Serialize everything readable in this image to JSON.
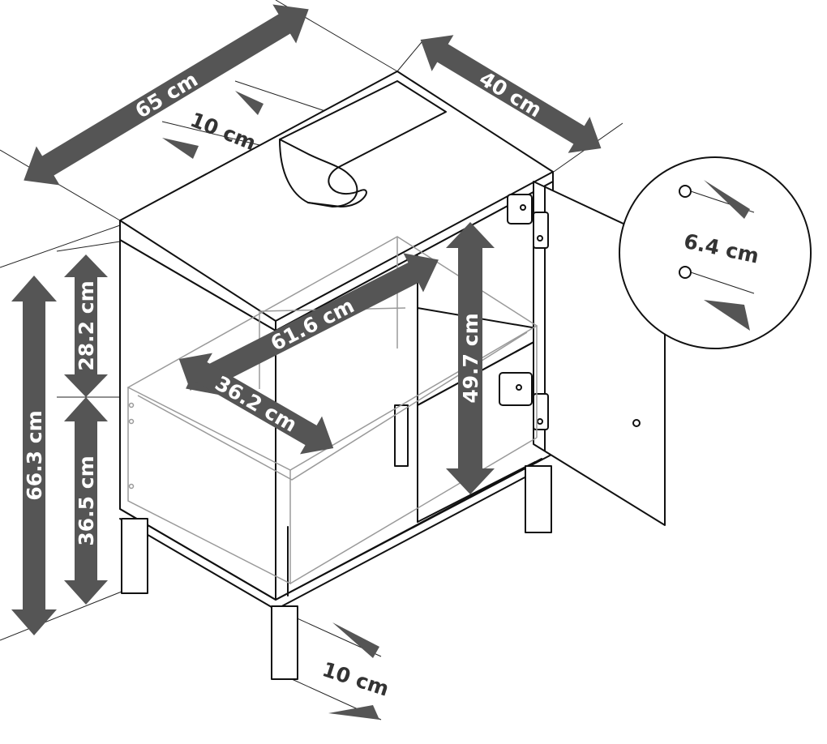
{
  "colors": {
    "arrow": "#555555",
    "arrow_text": "#ffffff",
    "label_text": "#333333",
    "outline": "#111111"
  },
  "dimensions": {
    "width": "65 cm",
    "depth": "40 cm",
    "cutout": "10 cm",
    "height_total": "66.3 cm",
    "height_upper": "28.2 cm",
    "height_lower": "36.5 cm",
    "drawer_width": "61.6 cm",
    "drawer_depth": "36.2 cm",
    "inner_height": "49.7 cm",
    "leg_height": "10 cm",
    "hinge_spacing": "6.4 cm"
  }
}
